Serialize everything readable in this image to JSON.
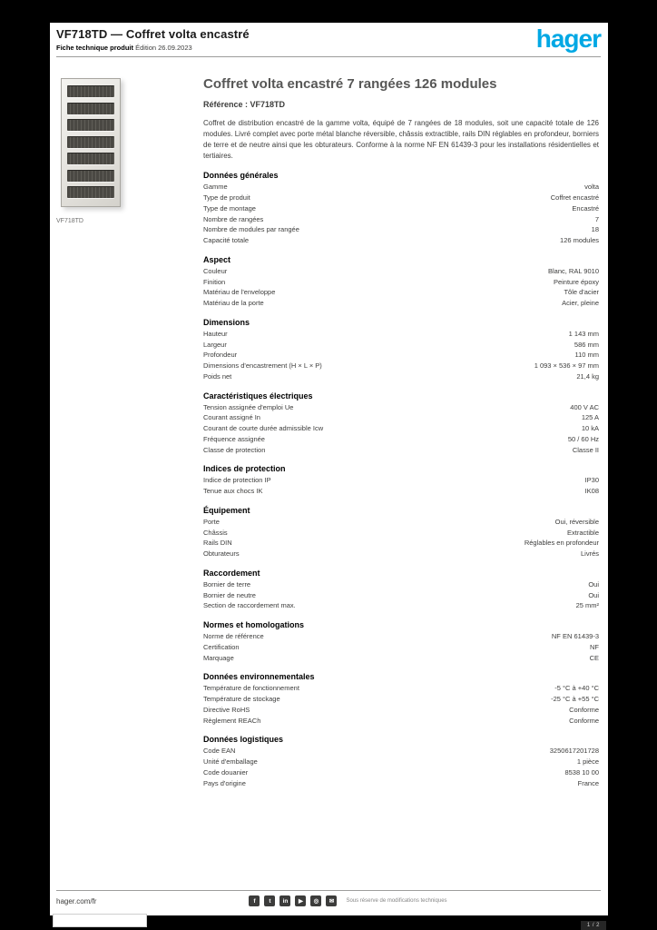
{
  "brand": {
    "logo_text": "hager",
    "blue": "#00a8e4"
  },
  "header": {
    "title": "VF718TD — Coffret volta encastré",
    "doc_type": "Fiche technique produit",
    "date": "Édition 26.09.2023"
  },
  "photo": {
    "caption": "VF718TD",
    "slot_rows": 7
  },
  "main": {
    "heading": "Coffret volta encastré 7 rangées 126 modules",
    "reference_line": "Référence : VF718TD",
    "description": "Coffret de distribution encastré de la gamme volta, équipé de 7 rangées de 18 modules, soit une capacité totale de 126 modules. Livré complet avec porte métal blanche réversible, châssis extractible, rails DIN réglables en profondeur, borniers de terre et de neutre ainsi que les obturateurs. Conforme à la norme NF EN 61439-3 pour les installations résidentielles et tertiaires."
  },
  "sections": [
    {
      "title": "Données générales",
      "rows": [
        {
          "label": "Gamme",
          "value": "volta"
        },
        {
          "label": "Type de produit",
          "value": "Coffret encastré"
        },
        {
          "label": "Type de montage",
          "value": "Encastré"
        },
        {
          "label": "Nombre de rangées",
          "value": "7"
        },
        {
          "label": "Nombre de modules par rangée",
          "value": "18"
        },
        {
          "label": "Capacité totale",
          "value": "126 modules"
        }
      ]
    },
    {
      "title": "Aspect",
      "rows": [
        {
          "label": "Couleur",
          "value": "Blanc, RAL 9010"
        },
        {
          "label": "Finition",
          "value": "Peinture époxy"
        },
        {
          "label": "Matériau de l'enveloppe",
          "value": "Tôle d'acier"
        },
        {
          "label": "Matériau de la porte",
          "value": "Acier, pleine"
        }
      ]
    },
    {
      "title": "Dimensions",
      "rows": [
        {
          "label": "Hauteur",
          "value": "1 143 mm"
        },
        {
          "label": "Largeur",
          "value": "586 mm"
        },
        {
          "label": "Profondeur",
          "value": "110 mm"
        },
        {
          "label": "Dimensions d'encastrement (H × L × P)",
          "value": "1 093 × 536 × 97 mm"
        },
        {
          "label": "Poids net",
          "value": "21,4 kg"
        }
      ]
    },
    {
      "title": "Caractéristiques électriques",
      "rows": [
        {
          "label": "Tension assignée d'emploi Ue",
          "value": "400 V AC"
        },
        {
          "label": "Courant assigné In",
          "value": "125 A"
        },
        {
          "label": "Courant de courte durée admissible Icw",
          "value": "10 kA"
        },
        {
          "label": "Fréquence assignée",
          "value": "50 / 60 Hz"
        },
        {
          "label": "Classe de protection",
          "value": "Classe II"
        }
      ]
    },
    {
      "title": "Indices de protection",
      "rows": [
        {
          "label": "Indice de protection IP",
          "value": "IP30"
        },
        {
          "label": "Tenue aux chocs IK",
          "value": "IK08"
        }
      ]
    },
    {
      "title": "Équipement",
      "rows": [
        {
          "label": "Porte",
          "value": "Oui, réversible"
        },
        {
          "label": "Châssis",
          "value": "Extractible"
        },
        {
          "label": "Rails DIN",
          "value": "Réglables en profondeur"
        },
        {
          "label": "Obturateurs",
          "value": "Livrés"
        }
      ]
    },
    {
      "title": "Raccordement",
      "rows": [
        {
          "label": "Bornier de terre",
          "value": "Oui"
        },
        {
          "label": "Bornier de neutre",
          "value": "Oui"
        },
        {
          "label": "Section de raccordement max.",
          "value": "25 mm²"
        }
      ]
    },
    {
      "title": "Normes et homologations",
      "rows": [
        {
          "label": "Norme de référence",
          "value": "NF EN 61439-3"
        },
        {
          "label": "Certification",
          "value": "NF"
        },
        {
          "label": "Marquage",
          "value": "CE"
        }
      ]
    },
    {
      "title": "Données environnementales",
      "rows": [
        {
          "label": "Température de fonctionnement",
          "value": "-5 °C à +40 °C"
        },
        {
          "label": "Température de stockage",
          "value": "-25 °C à +55 °C"
        },
        {
          "label": "Directive RoHS",
          "value": "Conforme"
        },
        {
          "label": "Règlement REACh",
          "value": "Conforme"
        }
      ]
    },
    {
      "title": "Données logistiques",
      "rows": [
        {
          "label": "Code EAN",
          "value": "3250617201728"
        },
        {
          "label": "Unité d'emballage",
          "value": "1 pièce"
        },
        {
          "label": "Code douanier",
          "value": "8538 10 00"
        },
        {
          "label": "Pays d'origine",
          "value": "France"
        }
      ]
    }
  ],
  "footer": {
    "website": "hager.com/fr",
    "note": "Sous réserve de modifications techniques",
    "page_indicator": "1 / 2",
    "social": [
      {
        "name": "facebook-icon",
        "glyph": "f"
      },
      {
        "name": "twitter-icon",
        "glyph": "t"
      },
      {
        "name": "linkedin-icon",
        "glyph": "in"
      },
      {
        "name": "youtube-icon",
        "glyph": "▶"
      },
      {
        "name": "instagram-icon",
        "glyph": "◎"
      },
      {
        "name": "newsletter-icon",
        "glyph": "✉"
      }
    ]
  }
}
